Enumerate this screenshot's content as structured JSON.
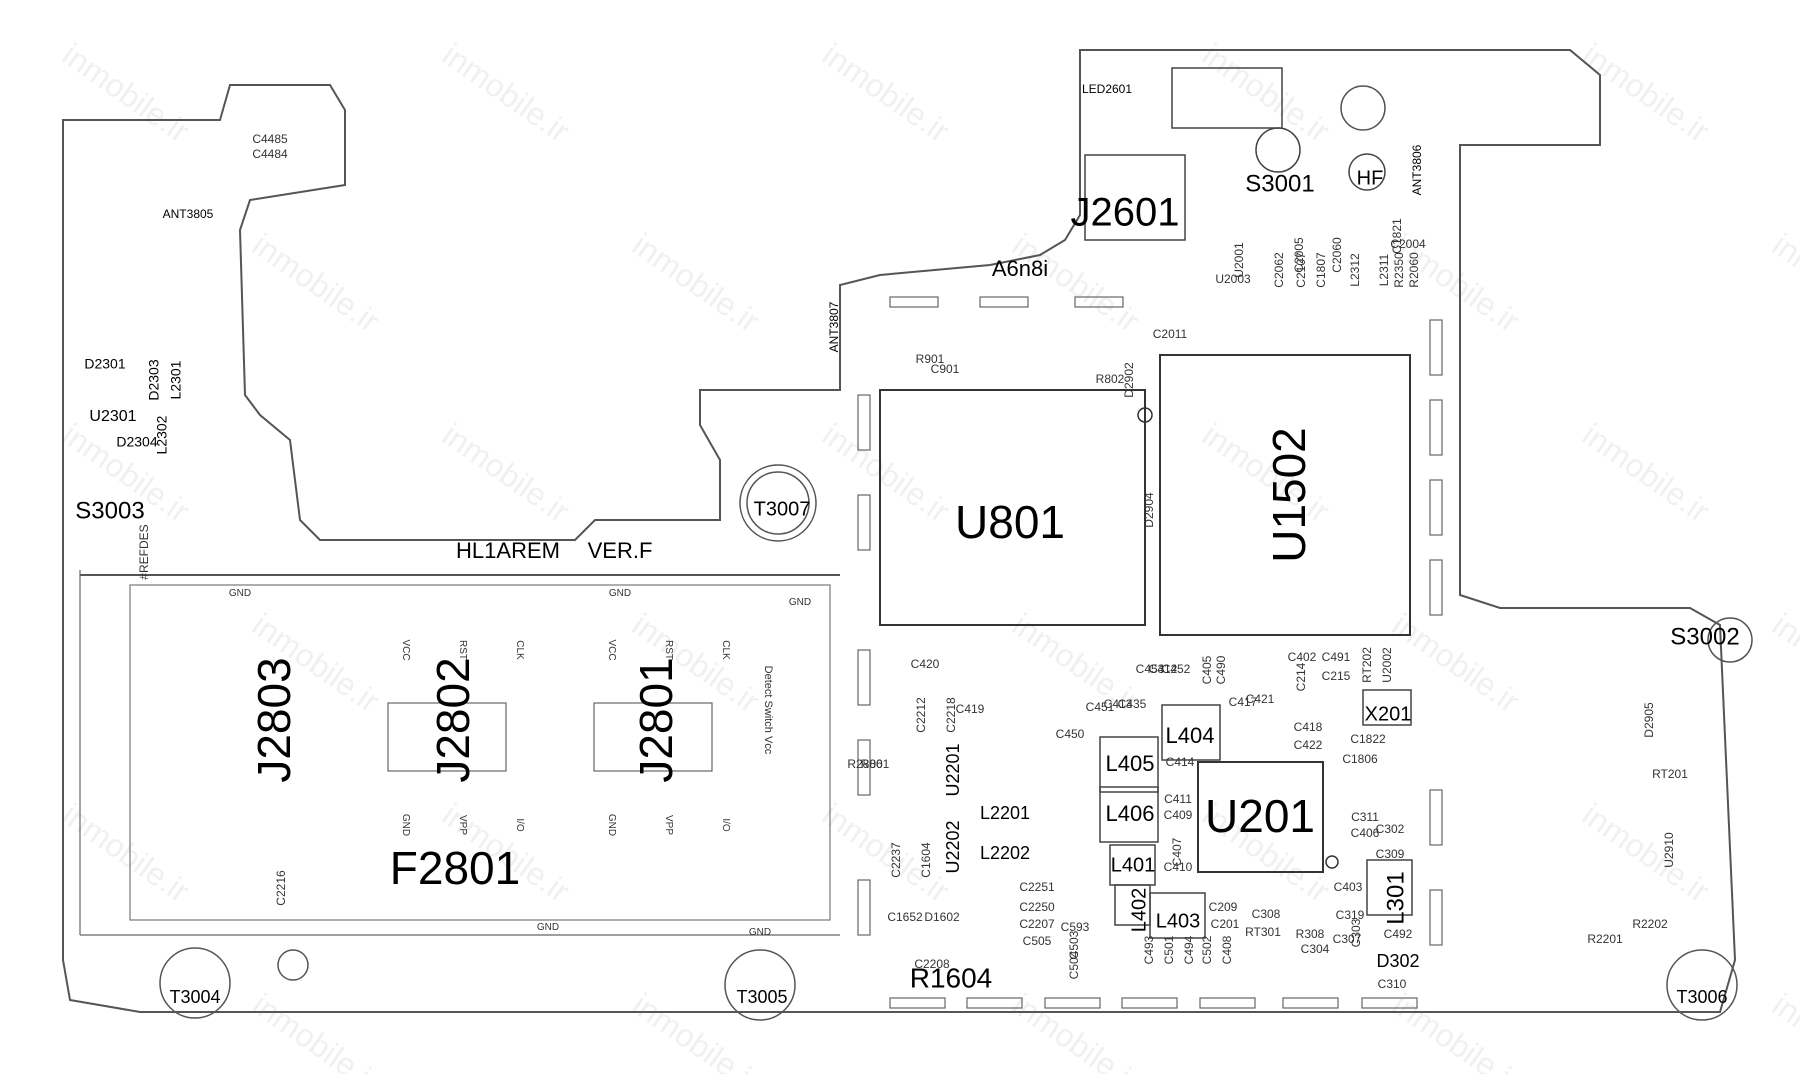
{
  "board": {
    "model": "HL1AREM",
    "version": "VER.F",
    "code": "A6n8i",
    "watermark": "inmobile.ir"
  },
  "colors": {
    "outline": "#555555",
    "label": "#000000",
    "small_label": "#333333",
    "pad": "#777777"
  },
  "labels": {
    "big": [
      "U801",
      "U1502",
      "U201",
      "J2601",
      "J2801",
      "J2802",
      "J2803",
      "F2801",
      "R1604"
    ],
    "medium": [
      "S3001",
      "S3002",
      "S3003",
      "T3004",
      "T3005",
      "T3006",
      "T3007",
      "L404",
      "L405",
      "L406",
      "L401",
      "L402",
      "L403",
      "L301",
      "L2201",
      "L2202",
      "U2201",
      "U2202",
      "D302",
      "X201",
      "HF",
      "LED2601",
      "U2301",
      "ANT3805",
      "ANT3806",
      "ANT3807",
      "D2301",
      "D2303",
      "D2304",
      "L2301",
      "L2302"
    ],
    "small": [
      "C4485",
      "C4484",
      "#REFDES",
      "C2216",
      "C2212",
      "C2218",
      "C2237",
      "C1604",
      "C1652",
      "D1602",
      "C2208",
      "C2251",
      "C2250",
      "C2207",
      "C505",
      "C593",
      "C503",
      "C504",
      "C493",
      "C501",
      "C494",
      "C502",
      "C408",
      "C209",
      "C201",
      "C308",
      "RT301",
      "R308",
      "C304",
      "C307",
      "C319",
      "C303",
      "C403",
      "C492",
      "C310",
      "C309",
      "C302",
      "C311",
      "C406",
      "C407",
      "C410",
      "C411",
      "C409",
      "C414",
      "C450",
      "C451",
      "C413",
      "C435",
      "C453",
      "C412",
      "C452",
      "C405",
      "C490",
      "C402",
      "C491",
      "C214",
      "C215",
      "C418",
      "C422",
      "C1822",
      "C1806",
      "RT202",
      "U2002",
      "U2003",
      "U2001",
      "C2005",
      "C2060",
      "C1807",
      "C2107",
      "C2062",
      "L2312",
      "L2311",
      "R2350",
      "R2060",
      "C1821",
      "C2004",
      "C2011",
      "R901",
      "C901",
      "R802",
      "D2902",
      "D2904",
      "D2905",
      "RT201",
      "U2910",
      "R2202",
      "R2201",
      "R2806",
      "R801",
      "C419",
      "C420",
      "C421",
      "C417"
    ],
    "connector_pins": [
      "VCC",
      "RST",
      "CLK",
      "GND",
      "VPP",
      "I/O"
    ],
    "misc": [
      "GND",
      "Detect Switch Vcc"
    ]
  }
}
